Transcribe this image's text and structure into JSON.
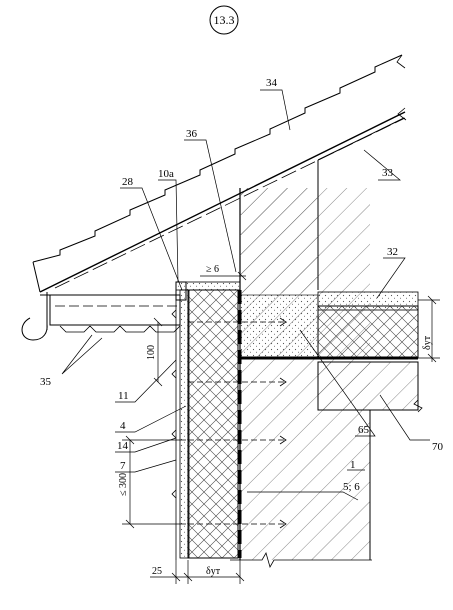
{
  "detail_number": "13.3",
  "callouts": {
    "c34": "34",
    "c33": "33",
    "c36": "36",
    "c10a": "10a",
    "c28": "28",
    "c32": "32",
    "c35": "35",
    "c11": "11",
    "c4": "4",
    "c14": "14",
    "c7": "7",
    "c65": "65",
    "c70": "70",
    "c1": "1",
    "c5_6": "5; 6"
  },
  "dimensions": {
    "gap_min": "≥ 6",
    "spacing": "100",
    "spacing_max": "≤ 300",
    "offset": "25",
    "insulation_thickness": "δут"
  }
}
